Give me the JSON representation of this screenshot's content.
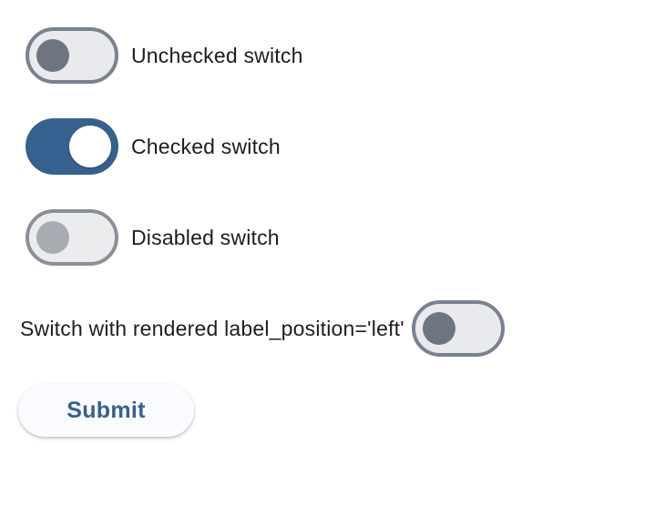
{
  "switches": [
    {
      "label": "Unchecked switch",
      "state": "unchecked",
      "label_position": "right"
    },
    {
      "label": "Checked switch",
      "state": "checked",
      "label_position": "right"
    },
    {
      "label": "Disabled switch",
      "state": "disabled",
      "label_position": "right"
    },
    {
      "label": "Switch with rendered label_position='left'",
      "state": "unchecked",
      "label_position": "left"
    }
  ],
  "submit_button": {
    "label": "Submit"
  },
  "colors": {
    "checked_track": "#36618E",
    "checked_thumb": "#FFFFFF",
    "unchecked_track": "#E9EAEE",
    "unchecked_border": "#7A8190",
    "unchecked_thumb": "#6F7580",
    "disabled_track": "#EBECEE",
    "disabled_border": "#8B8F97",
    "disabled_thumb": "#A8ABB1",
    "label_text": "#1A1D23",
    "button_bg": "#FAFBFE",
    "button_text": "#36618E",
    "page_bg": "#FFFFFF"
  }
}
